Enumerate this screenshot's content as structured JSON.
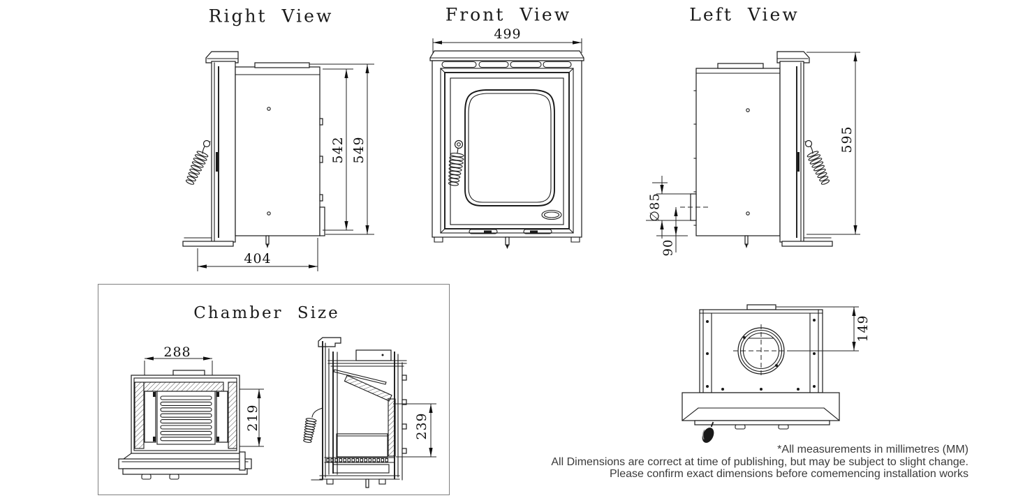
{
  "views": {
    "right": {
      "title": "Right View",
      "dims": {
        "body_height": "542",
        "total_height": "549",
        "depth": "404"
      }
    },
    "front": {
      "title": "Front View",
      "dims": {
        "width": "499"
      }
    },
    "left": {
      "title": "Left View",
      "dims": {
        "height": "595",
        "flue_diameter": "∅85",
        "flue_offset": "90"
      }
    },
    "chamber": {
      "title": "Chamber Size",
      "dims": {
        "width": "288",
        "front_height": "219",
        "side_depth": "239"
      }
    },
    "top_rear": {
      "dims": {
        "flue_centre_from_back": "149"
      }
    }
  },
  "notes": {
    "line1": "*All measurements in millimetres (MM)",
    "line2": "All Dimensions are correct at time of publishing, but may be subject to slight change.",
    "line3": "Please confirm exact dimensions before comemencing installation works"
  },
  "colors": {
    "line": "#1a1a1a",
    "dim_text": "#111111",
    "note_text": "#3a3a3a",
    "chamber_border": "#7f7f7f",
    "background": "#ffffff"
  }
}
